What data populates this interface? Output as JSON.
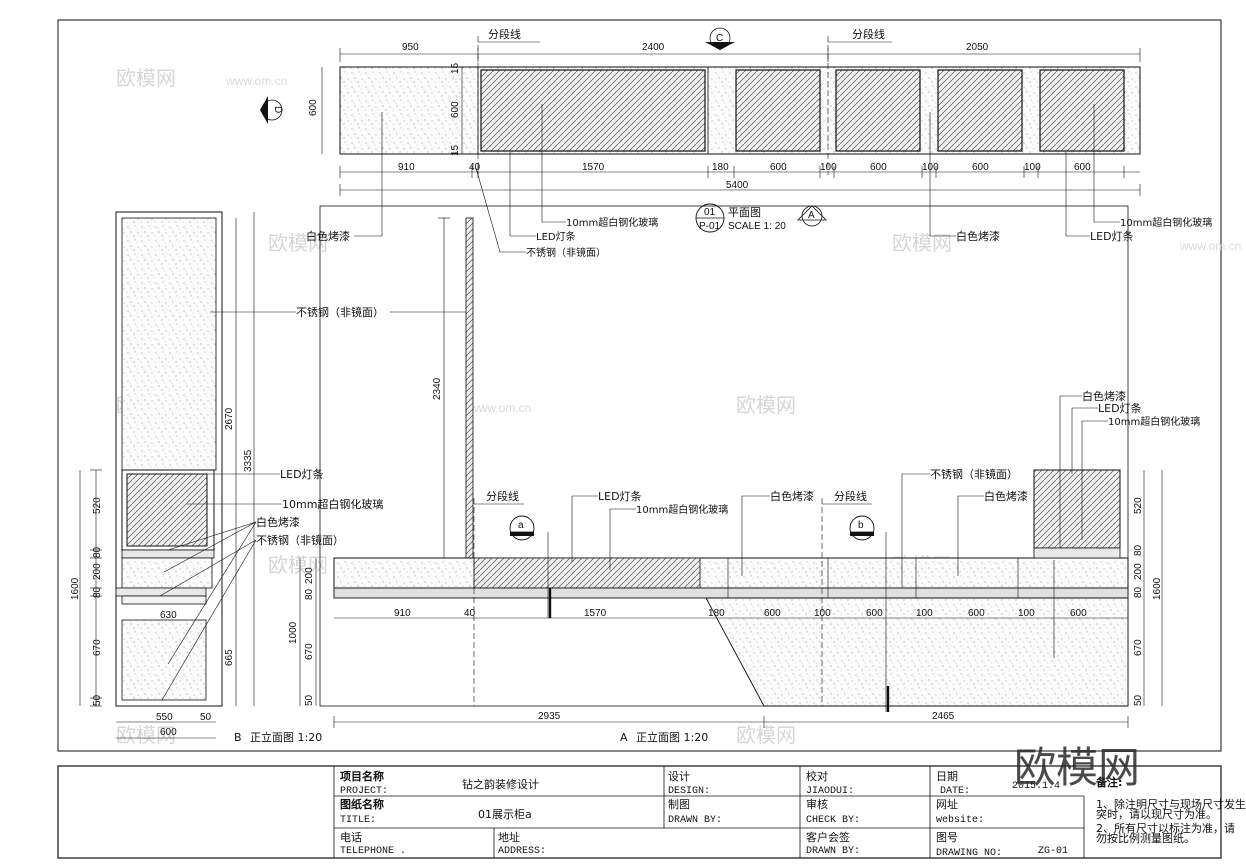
{
  "plan": {
    "title": "平面图",
    "number": "01",
    "sheet": "P-01",
    "scale": "SCALE  1: 20",
    "marker_c": "C",
    "marker_d": "D",
    "marker_a": "A",
    "label_fenduan": "分段线",
    "label_glass": "10mm超白钢化玻璃",
    "label_led": "LED灯条",
    "label_stainless": "不锈钢（非镜面）",
    "label_white": "白色烤漆",
    "top_dims": [
      "950",
      "2400",
      "2050"
    ],
    "side_dims": [
      "600",
      "15",
      "600",
      "15"
    ],
    "bottom_dims": [
      "910",
      "40",
      "1570",
      "180",
      "600",
      "100",
      "600",
      "100",
      "600",
      "100",
      "600"
    ],
    "total": "5400"
  },
  "elev_b": {
    "title": "正立面图 1:20",
    "mark": "B",
    "label_led": "LED灯条",
    "label_glass": "10mm超白钢化玻璃",
    "label_white": "白色烤漆",
    "label_stainless": "不锈钢（非镜面）",
    "left_dims": [
      "520",
      "80",
      "200",
      "80",
      "670",
      "50"
    ],
    "left_total": "1600",
    "right_dims": [
      "2670",
      "3335",
      "665"
    ],
    "width_dims": [
      "630",
      "550",
      "50",
      "600"
    ]
  },
  "elev_a": {
    "title": "正立面图 1:20",
    "mark": "A",
    "height_dim": "2340",
    "left_dims": [
      "200",
      "80",
      "1000",
      "670",
      "50"
    ],
    "right_dims": [
      "520",
      "80",
      "200",
      "80",
      "670",
      "50"
    ],
    "right_total": "1600",
    "label_fenduan": "分段线",
    "label_led": "LED灯条",
    "label_glass": "10mm超白钢化玻璃",
    "label_white": "白色烤漆",
    "label_stainless": "不锈钢（非镜面）",
    "section_a": "a",
    "section_b": "b",
    "mid_dims": [
      "910",
      "40",
      "1570",
      "180",
      "600",
      "100",
      "600",
      "100",
      "600",
      "100",
      "600"
    ],
    "bottom_dims": [
      "2935",
      "2465"
    ]
  },
  "title_block": {
    "project_cn": "项目名称",
    "project_en": "PROJECT:",
    "project_value": "钻之韵装修设计",
    "drawing_cn": "图纸名称",
    "drawing_en": "TITLE:",
    "drawing_value": "01展示柜a",
    "design_cn": "设计",
    "design_en": "DESIGN:",
    "drawn_cn": "制图",
    "drawn_en": "DRAWN BY:",
    "check_cn": "校对",
    "check_en": "JIAODUI:",
    "audit_cn": "审核",
    "audit_en": "CHECK BY:",
    "date_cn": "日期",
    "date_en": "DATE:",
    "date_value": "2015.1.4",
    "web_cn": "网址",
    "web_en": "website:",
    "phone_cn": "电话",
    "phone_en": "TELEPHONE .",
    "addr_cn": "地址",
    "addr_en": "ADDRESS:",
    "client_cn": "客户会签",
    "client_en": "DRAWN BY:",
    "num_cn": "图号",
    "num_en": "DRAWING NO:",
    "num_value": "ZG-01",
    "notes_title": "备注:",
    "notes": [
      "1、除注明尺寸与现场尺寸发生冲",
      "突时，请以现尺寸为准。",
      "2、所有尺寸以标注为准，请",
      "勿按比例测量图纸。"
    ]
  },
  "watermark": {
    "brand": "欧模网",
    "url": "www.om.cn"
  }
}
